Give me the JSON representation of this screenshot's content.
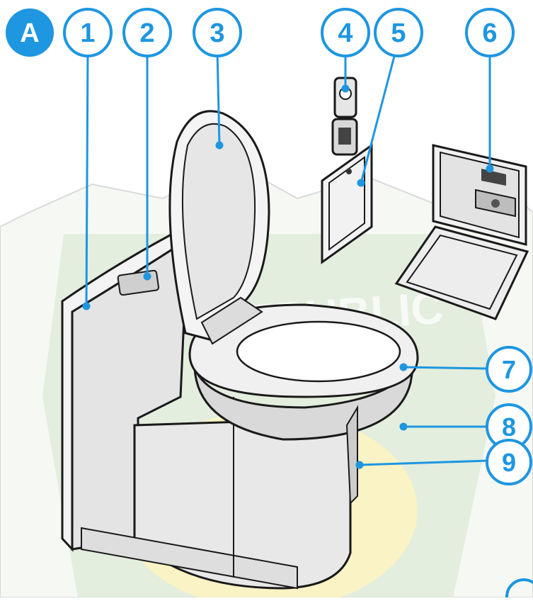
{
  "figure_label": "A",
  "callouts": [
    {
      "number": "1"
    },
    {
      "number": "2"
    },
    {
      "number": "3"
    },
    {
      "number": "4"
    },
    {
      "number": "5"
    },
    {
      "number": "6"
    },
    {
      "number": "7"
    },
    {
      "number": "8"
    },
    {
      "number": "9"
    }
  ],
  "watermark_text": "REPUBLIC",
  "colors": {
    "accent": "#1e96e0",
    "outline": "#1a1a1a",
    "body_fill": "#e9e9e9",
    "shade": "#cfcfcf",
    "watermark_green": "#cfe4c9",
    "watermark_yellow": "#fff3b8"
  }
}
